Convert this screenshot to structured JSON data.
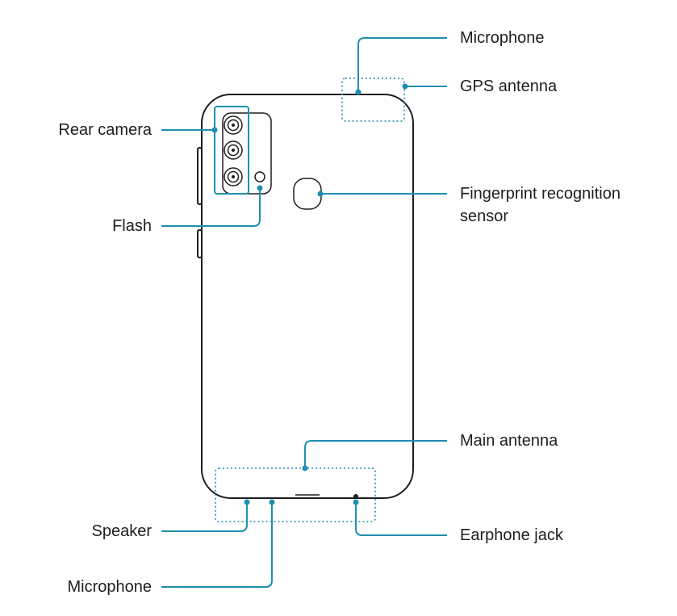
{
  "colors": {
    "outline": "#1e1e1e",
    "callout": "#1f8eb0",
    "background": "#ffffff"
  },
  "labels": {
    "microphone_top": "Microphone",
    "gps_antenna": "GPS antenna",
    "rear_camera": "Rear camera",
    "fingerprint_line1": "Fingerprint recognition",
    "fingerprint_line2": "sensor",
    "flash": "Flash",
    "main_antenna": "Main antenna",
    "speaker": "Speaker",
    "earphone_jack": "Earphone jack",
    "microphone_bottom": "Microphone"
  }
}
